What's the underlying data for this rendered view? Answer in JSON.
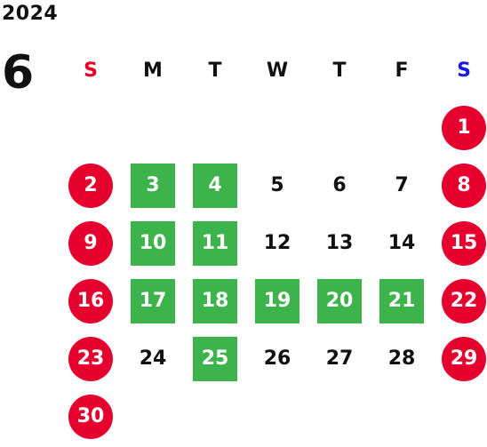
{
  "calendar": {
    "year": "2024",
    "month": "6",
    "weekday_headers": [
      {
        "label": "S",
        "color": "#e60026"
      },
      {
        "label": "M"
      },
      {
        "label": "T"
      },
      {
        "label": "W"
      },
      {
        "label": "T"
      },
      {
        "label": "F"
      },
      {
        "label": "S",
        "color": "#1a1adc"
      }
    ],
    "weeks": [
      [
        null,
        null,
        null,
        null,
        null,
        null,
        {
          "day": "1",
          "style": "holiday"
        }
      ],
      [
        {
          "day": "2",
          "style": "holiday"
        },
        {
          "day": "3",
          "style": "highlight"
        },
        {
          "day": "4",
          "style": "highlight"
        },
        {
          "day": "5"
        },
        {
          "day": "6"
        },
        {
          "day": "7"
        },
        {
          "day": "8",
          "style": "holiday"
        }
      ],
      [
        {
          "day": "9",
          "style": "holiday"
        },
        {
          "day": "10",
          "style": "highlight"
        },
        {
          "day": "11",
          "style": "highlight"
        },
        {
          "day": "12"
        },
        {
          "day": "13"
        },
        {
          "day": "14"
        },
        {
          "day": "15",
          "style": "holiday"
        }
      ],
      [
        {
          "day": "16",
          "style": "holiday"
        },
        {
          "day": "17",
          "style": "highlight"
        },
        {
          "day": "18",
          "style": "highlight"
        },
        {
          "day": "19",
          "style": "highlight"
        },
        {
          "day": "20",
          "style": "highlight"
        },
        {
          "day": "21",
          "style": "highlight"
        },
        {
          "day": "22",
          "style": "holiday"
        }
      ],
      [
        {
          "day": "23",
          "style": "holiday"
        },
        {
          "day": "24"
        },
        {
          "day": "25",
          "style": "highlight"
        },
        {
          "day": "26"
        },
        {
          "day": "27"
        },
        {
          "day": "28"
        },
        {
          "day": "29",
          "style": "holiday"
        }
      ],
      [
        {
          "day": "30",
          "style": "holiday"
        },
        null,
        null,
        null,
        null,
        null,
        null
      ]
    ],
    "colors": {
      "holiday": "#e6002d",
      "highlight": "#3cb44b",
      "sunday_header": "#e60026",
      "saturday_header": "#1a1adc"
    }
  }
}
